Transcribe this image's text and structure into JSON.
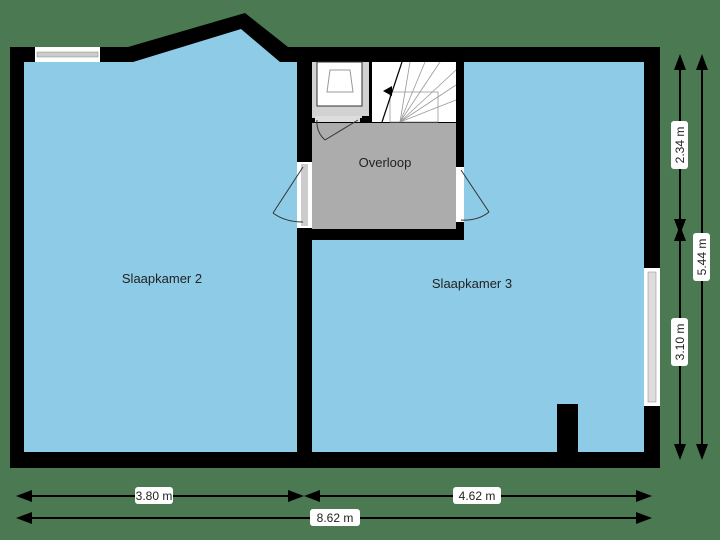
{
  "floorplan": {
    "colors": {
      "background": "#4b7a52",
      "room_fill": "#8ecbe6",
      "landing_fill": "#acacac",
      "wall": "#000000",
      "window": "#ffffff"
    },
    "rooms": [
      {
        "name": "Slaapkamer 2"
      },
      {
        "name": "Overloop"
      },
      {
        "name": "Slaapkamer 3"
      }
    ],
    "dimensions": {
      "bottom_left": "3.80 m",
      "bottom_right": "4.62 m",
      "bottom_total": "8.62 m",
      "right_top": "2.34 m",
      "right_bottom": "3.10 m",
      "right_total": "5.44 m"
    }
  }
}
